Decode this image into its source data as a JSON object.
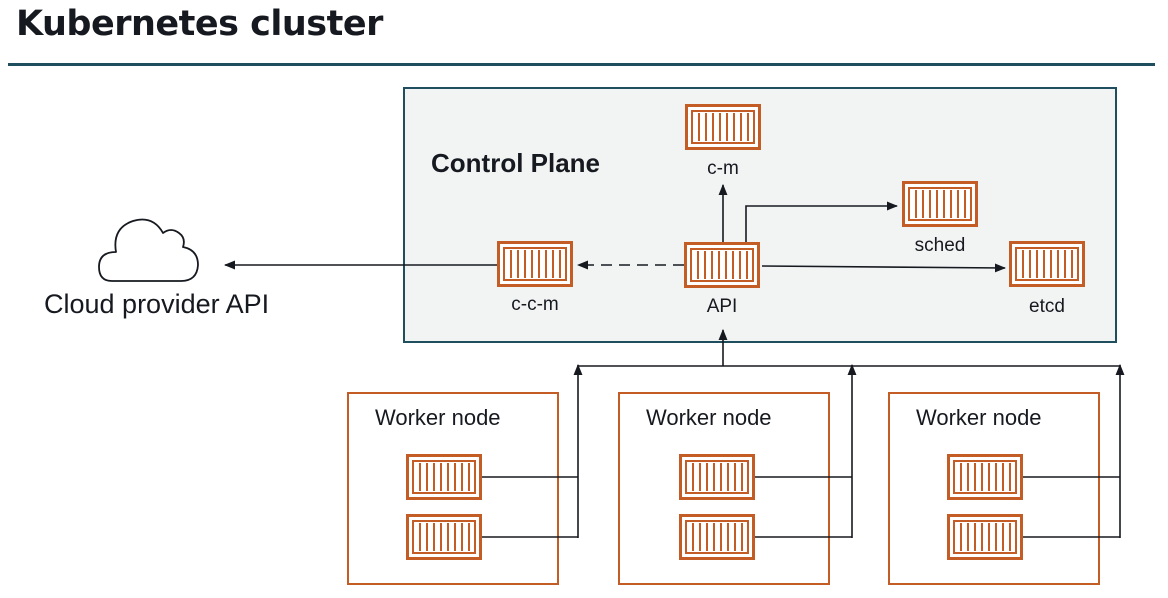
{
  "title": "Kubernetes cluster",
  "colors": {
    "accent": "#c45c26",
    "rule": "#1f4e5f",
    "panel_fill": "#f2f4f4",
    "panel_border": "#1f4e5f",
    "line": "#16191f"
  },
  "cloud": {
    "label": "Cloud provider API",
    "icon": "cloud-icon"
  },
  "control_plane": {
    "label": "Control Plane",
    "components": {
      "cm": "c-m",
      "sched": "sched",
      "ccm": "c-c-m",
      "api": "API",
      "etcd": "etcd"
    }
  },
  "worker_nodes": [
    {
      "label": "Worker node"
    },
    {
      "label": "Worker node"
    },
    {
      "label": "Worker node"
    }
  ],
  "icons": {
    "component": "container-icon"
  }
}
